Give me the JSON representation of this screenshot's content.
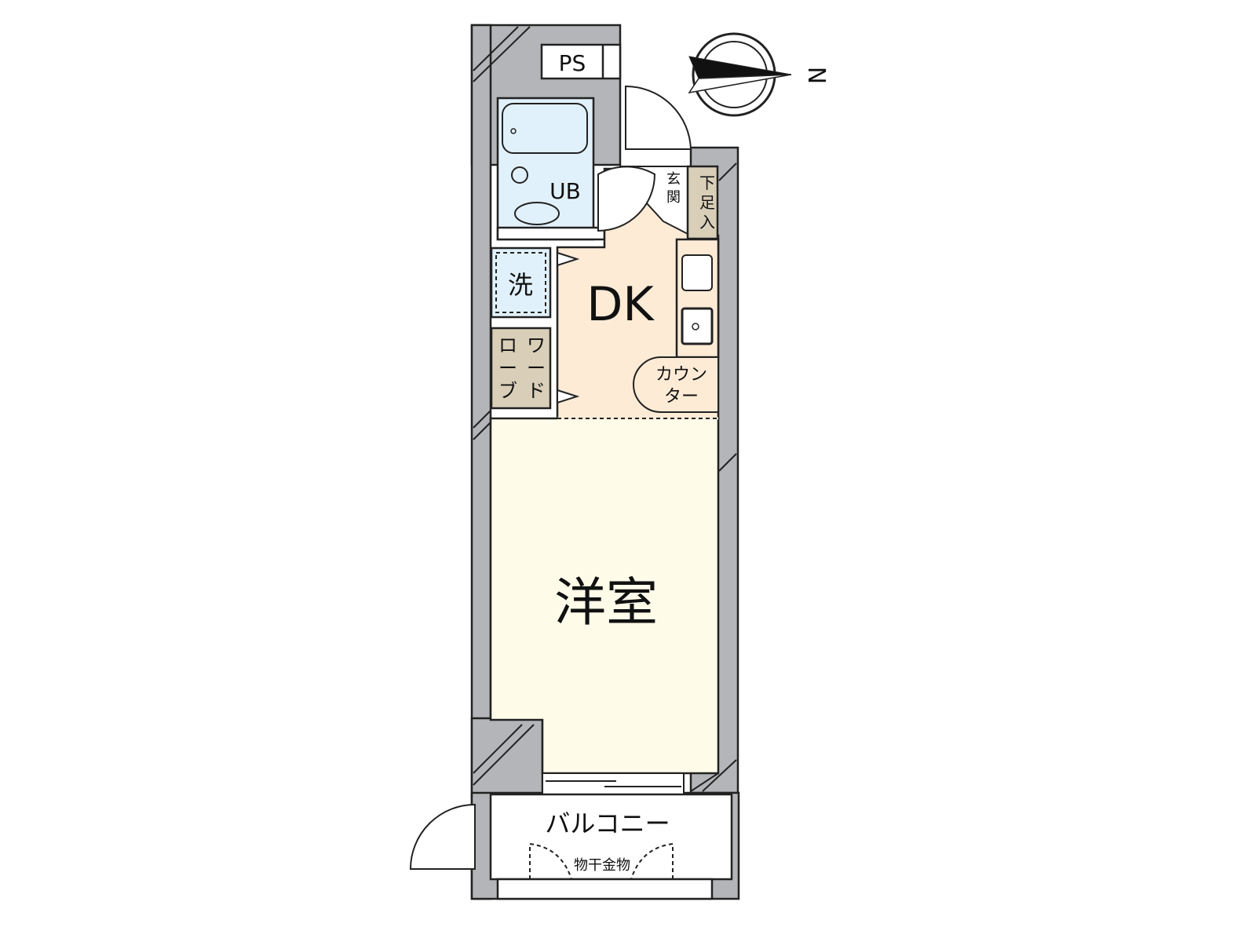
{
  "floorplan": {
    "rooms": {
      "ps": "PS",
      "ub": "UB",
      "entrance": [
        "玄",
        "関"
      ],
      "shoe_box": [
        "下",
        "足",
        "入"
      ],
      "washer": "洗",
      "dk": "DK",
      "wardrobe_col1": [
        "ワ",
        "ー",
        "ド"
      ],
      "wardrobe_col2": [
        "ロ",
        "ー",
        "ブ"
      ],
      "counter_line1": "カウン",
      "counter_line2": "ター",
      "western_room": "洋室",
      "balcony": "バルコニー",
      "clothes_hanger": "物干金物"
    },
    "compass_label": "N"
  },
  "colors": {
    "wall": "#b3b5b8",
    "bath": "#e1f1fb",
    "dk": "#fdebd6",
    "western": "#fffbe9",
    "storage": "#d9ceb8"
  }
}
